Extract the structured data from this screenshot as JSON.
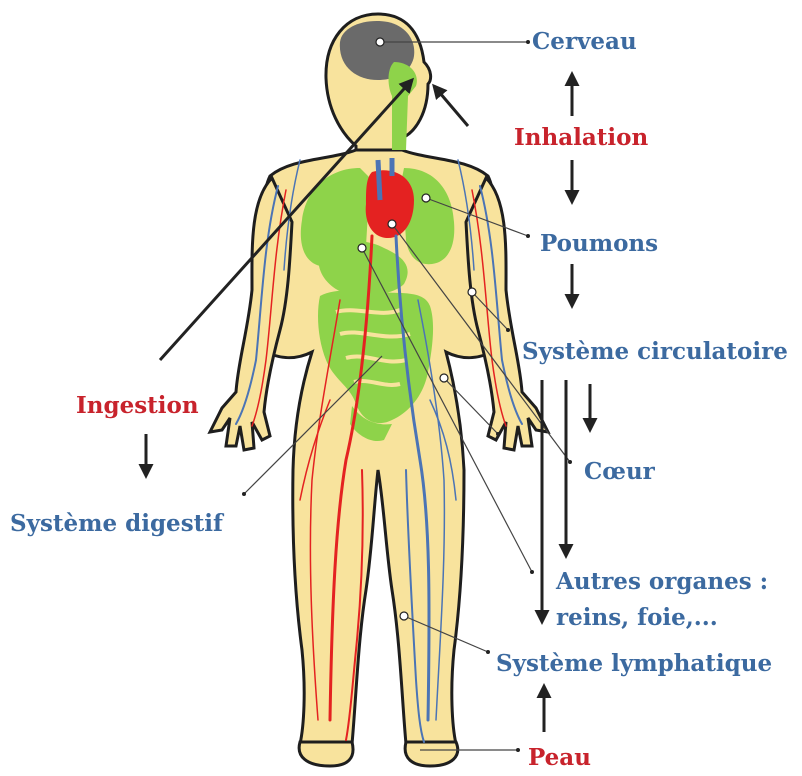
{
  "diagram": {
    "colors": {
      "skin": "#f8e39d",
      "outline": "#1e1e1e",
      "organ": "#8ed34a",
      "brain": "#6a6a6a",
      "artery": "#e42221",
      "vein": "#4b74b5",
      "label_blue": "#3c6aa0",
      "label_red": "#c8232c",
      "arrow": "#222222"
    },
    "labels": {
      "brain": "Cerveau",
      "inhalation": "Inhalation",
      "lungs": "Poumons",
      "circulatory": "Système circulatoire",
      "ingestion": "Ingestion",
      "heart": "Cœur",
      "digestive": "Système digestif",
      "other_organs_1": "Autres organes :",
      "other_organs_2": "reins, foie,...",
      "lymphatic": "Système lymphatique",
      "skin": "Peau"
    }
  }
}
